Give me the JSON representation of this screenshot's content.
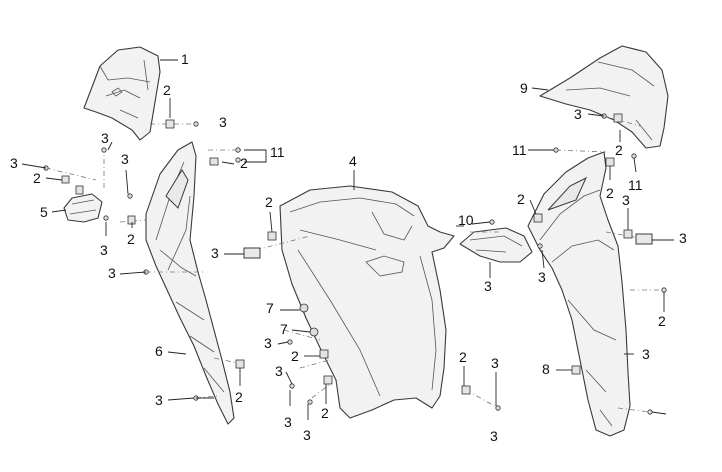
{
  "callouts": [
    "1",
    "2",
    "3",
    "3",
    "2",
    "3",
    "5",
    "3",
    "2",
    "3",
    "11",
    "2",
    "3",
    "6",
    "2",
    "3",
    "4",
    "2",
    "3",
    "7",
    "7",
    "3",
    "2",
    "3",
    "3",
    "2",
    "3",
    "2",
    "3",
    "3",
    "9",
    "3",
    "2",
    "11",
    "11",
    "2",
    "2",
    "3",
    "3",
    "10",
    "3",
    "3",
    "2",
    "8",
    "3"
  ]
}
